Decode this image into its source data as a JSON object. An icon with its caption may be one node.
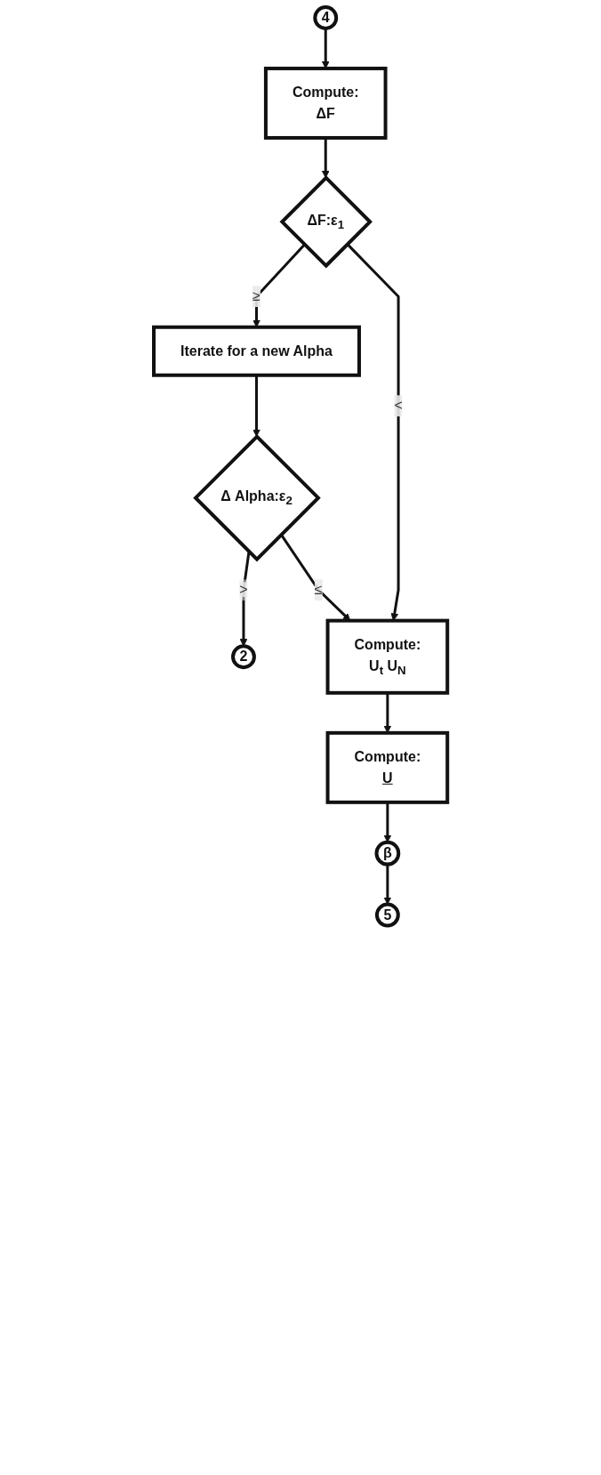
{
  "diagram": {
    "nodes": [
      {
        "text": [
          "4"
        ]
      },
      {
        "text": [
          "Compute:",
          "ΔF"
        ]
      },
      {
        "text": [
          "ΔF:ε$_{1}$"
        ]
      },
      {
        "text": [
          "Iterate for a new Alpha"
        ]
      },
      {
        "text": [
          "Δ Alpha:ε$_{2}$"
        ]
      },
      {
        "text": [
          "2"
        ]
      },
      {
        "text": [
          "Compute:",
          "U$_{t}$ U$_{N}$"
        ]
      },
      {
        "text": [
          "Compute:",
          "U"
        ]
      },
      {
        "text": [
          "β"
        ]
      },
      {
        "text": [
          "5"
        ]
      }
    ],
    "edges": [
      {
        "from": 0,
        "to": 1,
        "arrow": "to"
      },
      {
        "from": 1,
        "to": 2,
        "arrow": "to"
      },
      {
        "from": 2,
        "to": 3,
        "arrow": "to",
        "label": "≥"
      },
      {
        "from": 2,
        "to": 6,
        "arrow": "to",
        "label": "<"
      },
      {
        "from": 3,
        "to": 4,
        "arrow": "to"
      },
      {
        "from": 4,
        "to": 5,
        "arrow": "to",
        "label": ">"
      },
      {
        "from": 4,
        "to": 6,
        "arrow": "to",
        "label": "≤"
      },
      {
        "from": 6,
        "to": 7,
        "arrow": "to"
      },
      {
        "from": 7,
        "to": 8,
        "arrow": "to"
      },
      {
        "from": 8,
        "to": 9,
        "arrow": "to"
      }
    ]
  }
}
